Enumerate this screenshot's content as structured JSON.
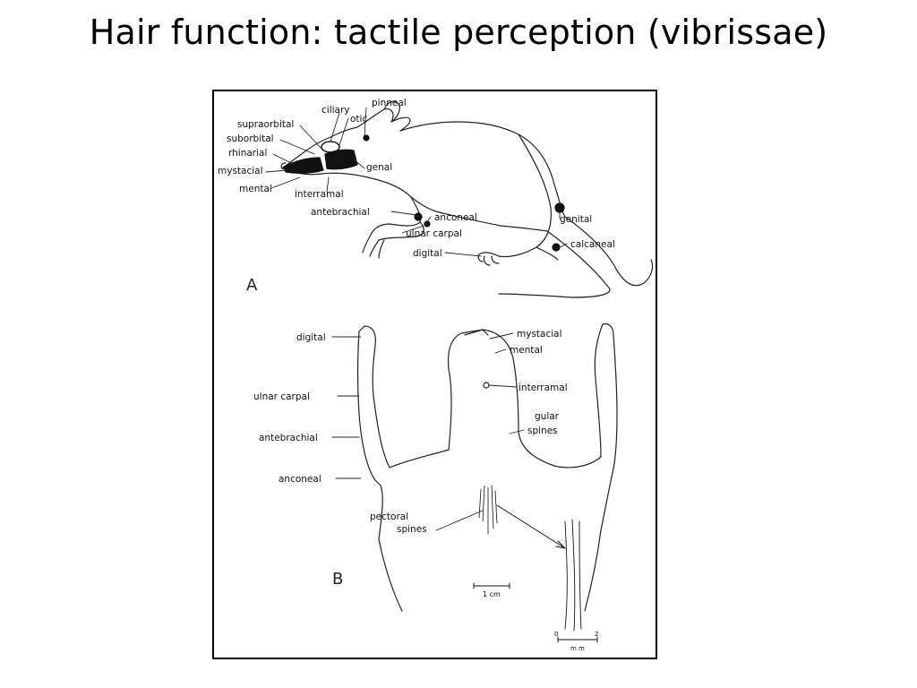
{
  "slide": {
    "title": "Hair function: tactile perception (vibrissae)"
  },
  "panel_a": {
    "letter": "A",
    "labels": {
      "pinneal": "pinneal",
      "ciliary": "ciliary",
      "otic": "otic",
      "supraorbital": "supraorbital",
      "suborbital": "suborbital",
      "rhinarial": "rhinarial",
      "mystacial": "mystacial",
      "mental": "mental",
      "interramal": "interramal",
      "genal": "genal",
      "antebrachial": "antebrachial",
      "anconeal": "anconeal",
      "ulnar_carpal": "ulnar carpal",
      "digital": "digital",
      "genital": "genital",
      "calcaneal": "calcaneal"
    }
  },
  "panel_b": {
    "letter": "B",
    "labels": {
      "digital": "digital",
      "ulnar_carpal": "ulnar carpal",
      "antebrachial": "antebrachial",
      "anconeal": "anconeal",
      "mystacial": "mystacial",
      "mental": "mental",
      "interramal": "interramal",
      "gular": "gular",
      "gular_spines": "spines",
      "pectoral": "pectoral",
      "pectoral_spines": "spines"
    },
    "scale_bar": "1 cm",
    "inset_scale": {
      "zero": "0",
      "two": "2",
      "unit": "m m"
    }
  }
}
